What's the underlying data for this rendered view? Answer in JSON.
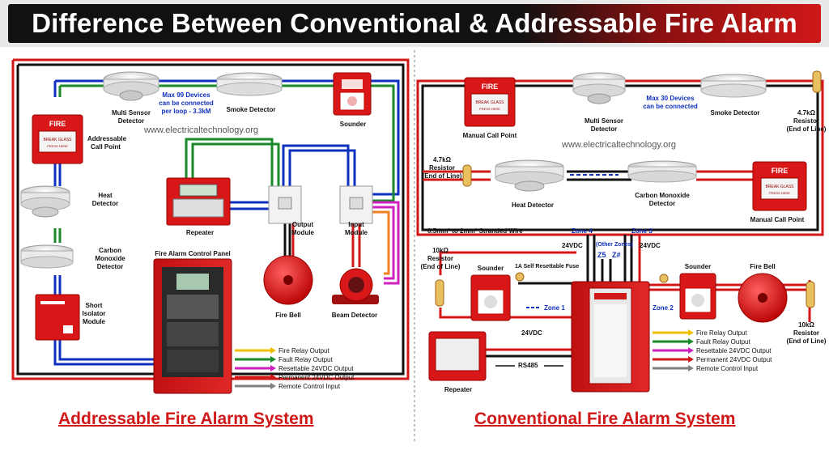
{
  "title": "Difference Between Conventional & Addressable Fire Alarm",
  "watermark": "www.electricaltechnology.org",
  "colors": {
    "red": "#d01818",
    "black": "#111111",
    "blue": "#1030c0",
    "green": "#1a8a2a",
    "yellow": "#f0c000",
    "magenta": "#d020c0",
    "orange": "#f08020",
    "gray": "#808080"
  },
  "addressable": {
    "section_title": "Addressable Fire Alarm System",
    "note_line1": "Max 99 Devices",
    "note_line2": "can be connected",
    "note_line3": "per loop - 3.3kM",
    "multi_sensor": [
      "Multi Sensor",
      "Detector"
    ],
    "smoke_detector": "Smoke Detector",
    "sounder": "Sounder",
    "call_point": [
      "Addressable",
      "Call Point"
    ],
    "call_point_header": "FIRE",
    "call_point_glass": "BREAK GLASS",
    "call_point_press": "PRESS HERE",
    "heat_detector": [
      "Heat",
      "Detector"
    ],
    "co_detector": [
      "Carbon",
      "Monoxide",
      "Detector"
    ],
    "isolator": [
      "Short",
      "Isolator",
      "Module"
    ],
    "repeater": "Repeater",
    "output_module": [
      "Output",
      "Module"
    ],
    "input_module": [
      "Input",
      "Module"
    ],
    "panel": "Fire Alarm Control Panel",
    "fire_bell": "Fire Bell",
    "beam_detector": "Beam Detector",
    "outputs": [
      {
        "label": "Fire Relay Output",
        "color": "#f0c000"
      },
      {
        "label": "Fault Relay Output",
        "color": "#1a8a2a"
      },
      {
        "label": "Resettable 24VDC Output",
        "color": "#d020c0"
      },
      {
        "label": "Permanent 24VDC Output",
        "color": "#d01818"
      },
      {
        "label": "Remote Control Input",
        "color": "#808080"
      }
    ]
  },
  "conventional": {
    "section_title": "Conventional Fire Alarm System",
    "note_line1": "Max 30 Devices",
    "note_line2": "can be connected",
    "manual_call_point": "Manual Call Point",
    "call_point_header": "FIRE",
    "call_point_glass": "BREAK GLASS",
    "call_point_press": "PRESS HERE",
    "multi_sensor": [
      "Multi Sensor",
      "Detector"
    ],
    "smoke_detector": "Smoke Detector",
    "eol_top": [
      "4.7kΩ",
      "Resistor",
      "(End of Line)"
    ],
    "eol_left": [
      "4.7kΩ",
      "Resistor",
      "(End of Line)"
    ],
    "heat_detector": "Heat Detector",
    "co_detector": [
      "Carbon Monoxide",
      "Detector"
    ],
    "manual_call_point_2": "Manual Call Point",
    "wire_note": "0.5mm² to 2mm² Stranded Wire",
    "zone4": "Zone 4",
    "zone3": "Zone 3",
    "other_zones": "(Other Zones)",
    "z5": "Z5",
    "z_hash": "Z#",
    "v24_left": "24VDC",
    "v24_right": "24VDC",
    "eol_10k_left": [
      "10kΩ",
      "Resistor",
      "(End of Line)"
    ],
    "sounder_left": "Sounder",
    "fuse": "1A Self Resettable Fuse",
    "zone1": "Zone 1",
    "zone2": "Zone 2",
    "sounder_right": "Sounder",
    "fire_bell": "Fire Bell",
    "eol_10k_right": [
      "10kΩ",
      "Resistor",
      "(End of Line)"
    ],
    "v24_rep": "24VDC",
    "rs485": "RS485",
    "repeater": "Repeater",
    "outputs": [
      {
        "label": "Fire Relay Output",
        "color": "#f0c000"
      },
      {
        "label": "Fault Relay Output",
        "color": "#1a8a2a"
      },
      {
        "label": "Resettable 24VDC Output",
        "color": "#d020c0"
      },
      {
        "label": "Permanent 24VDC Output",
        "color": "#d01818"
      },
      {
        "label": "Remote Control Input",
        "color": "#808080"
      }
    ]
  }
}
